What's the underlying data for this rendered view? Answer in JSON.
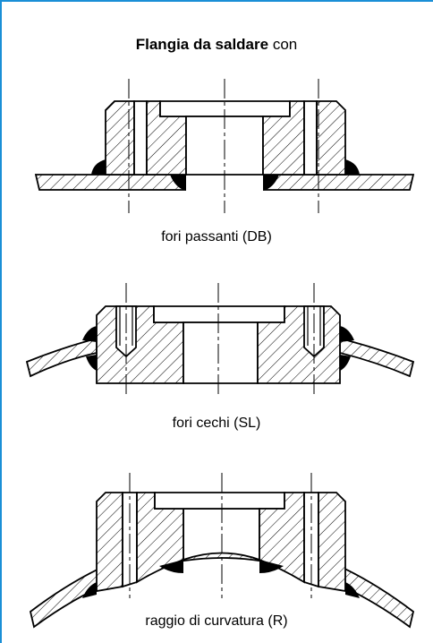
{
  "title": {
    "bold": "Flangia da saldare",
    "rest": " con"
  },
  "figures": [
    {
      "caption": "fori passanti (DB)"
    },
    {
      "caption": "fori cechi (SL)"
    },
    {
      "caption": "raggio di curvatura (R)"
    }
  ],
  "colors": {
    "frame": "#1a8fd6",
    "line": "#000000"
  }
}
